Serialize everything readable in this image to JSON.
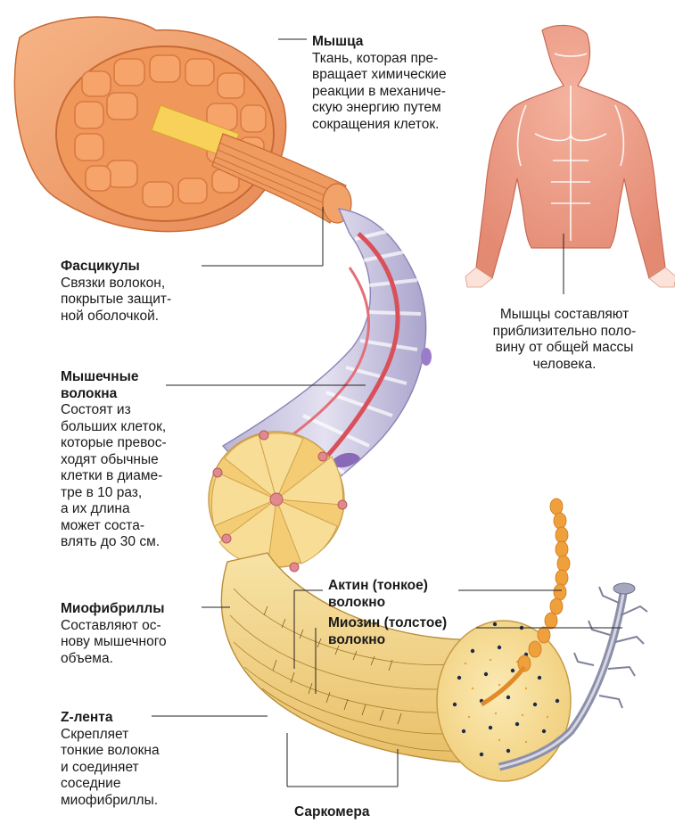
{
  "labels": {
    "muscle": {
      "title": "Мышца",
      "text": "Ткань, которая пре-\nвращает химические\nреакции в механиче-\nскую энергию путем\nсокращения клеток."
    },
    "body_note": {
      "text": "Мышцы составляют\nприблизительно поло-\nвину от общей массы\nчеловека."
    },
    "fascicles": {
      "title": "Фасцикулы",
      "text": "Связки волокон,\nпокрытые защит-\nной оболочкой."
    },
    "fibers": {
      "title": "Мышечные\nволокна",
      "text": "Состоят из\nбольших клеток,\nкоторые превос-\nходят обычные\nклетки в диаме-\nтре в 10 раз,\nа их длина\nможет соста-\nвлять до 30 см."
    },
    "myofibrils": {
      "title": "Миофибриллы",
      "text": "Составляют ос-\nнову мышечного\nобъема."
    },
    "zline": {
      "title": "Z-лента",
      "text": "Скрепляет\nтонкие волокна\nи соединяет\nсоседние\nмиофибриллы."
    },
    "actin": {
      "title": "Актин (тонкое)\nволокно"
    },
    "myosin": {
      "title": "Миозин (толстое)\nволокно"
    },
    "sarcomere": {
      "title": "Саркомера"
    }
  },
  "colors": {
    "muscle_orange": "#ee9a62",
    "fiber_lavender": "#cfcbe3",
    "myofibril_yellow": "#f3d48a",
    "skin_red": "#ec9a83",
    "vessel_red": "#d9505a"
  }
}
